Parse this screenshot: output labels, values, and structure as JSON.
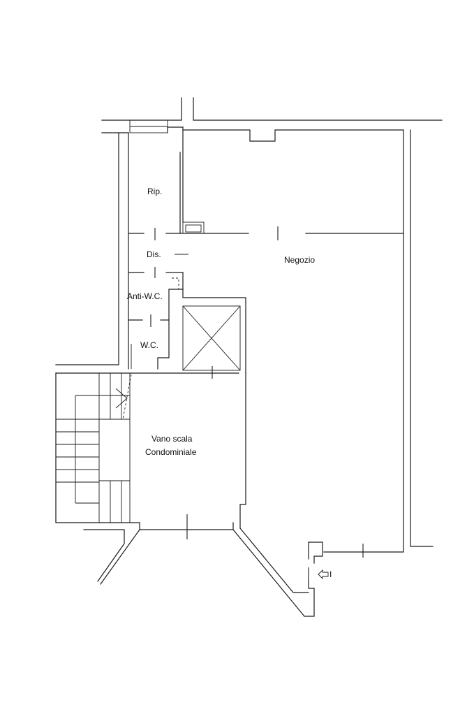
{
  "rooms": {
    "rip": "Rip.",
    "dis": "Dis.",
    "anti_wc": "Anti-W.C.",
    "wc": "W.C.",
    "negozio": "Negozio",
    "vano_scala_line1": "Vano scala",
    "vano_scala_line2": "Condominiale"
  },
  "annotations": {
    "entrance_mark": "I"
  },
  "colors": {
    "line": "#1a1a1a",
    "background": "#ffffff"
  },
  "icons": {
    "elevator": "elevator-shaft-cross",
    "entrance": "entrance-arrow-icon"
  }
}
